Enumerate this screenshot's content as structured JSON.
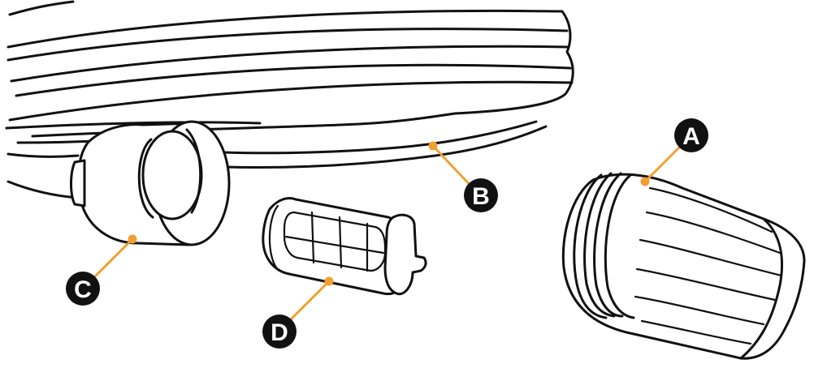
{
  "colors": {
    "line": "#111111",
    "leader": "#f0a030",
    "badge": "#111111",
    "badge_text": "#ffffff",
    "background": "#ffffff"
  },
  "callouts": [
    {
      "letter": "A",
      "part": "knurled-coupling-nut"
    },
    {
      "letter": "B",
      "part": "coiled-hose"
    },
    {
      "letter": "C",
      "part": "hose-end-fitting"
    },
    {
      "letter": "D",
      "part": "mesh-filter-insert"
    }
  ]
}
